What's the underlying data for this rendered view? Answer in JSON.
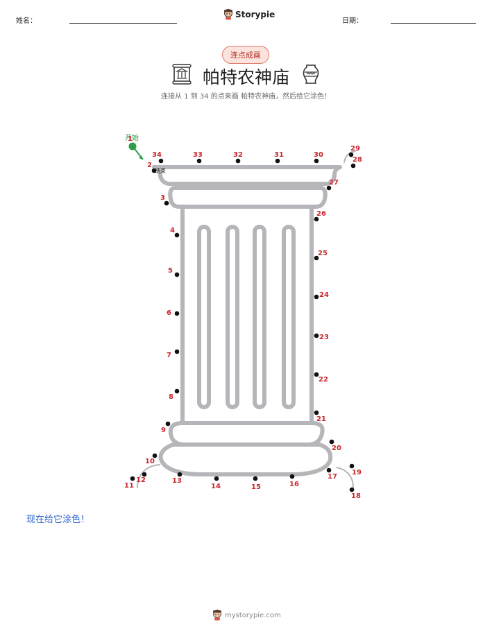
{
  "header": {
    "name_label": "姓名：",
    "date_label": "日期：",
    "brand": "Storypie"
  },
  "badge": "连点成画",
  "title": "帕特农神庙",
  "subtitle": "连接从 1 到 34 的点来画 帕特农神庙，然后给它涂色！",
  "puzzle": {
    "start_label": "开始",
    "end_label": "结束",
    "accent_start": "#2e9e4a",
    "number_color": "#c8282e",
    "outline_color": "#b6b6ba",
    "points": [
      {
        "n": "1"
      },
      {
        "n": "2"
      },
      {
        "n": "3"
      },
      {
        "n": "4"
      },
      {
        "n": "5"
      },
      {
        "n": "6"
      },
      {
        "n": "7"
      },
      {
        "n": "8"
      },
      {
        "n": "9"
      },
      {
        "n": "10"
      },
      {
        "n": "11"
      },
      {
        "n": "12"
      },
      {
        "n": "13"
      },
      {
        "n": "14"
      },
      {
        "n": "15"
      },
      {
        "n": "16"
      },
      {
        "n": "17"
      },
      {
        "n": "18"
      },
      {
        "n": "19"
      },
      {
        "n": "20"
      },
      {
        "n": "21"
      },
      {
        "n": "22"
      },
      {
        "n": "23"
      },
      {
        "n": "24"
      },
      {
        "n": "25"
      },
      {
        "n": "26"
      },
      {
        "n": "27"
      },
      {
        "n": "28"
      },
      {
        "n": "29"
      },
      {
        "n": "30"
      },
      {
        "n": "31"
      },
      {
        "n": "32"
      },
      {
        "n": "33"
      },
      {
        "n": "34"
      }
    ]
  },
  "color_prompt": "现在给它涂色！",
  "footer": "mystorypie.com"
}
